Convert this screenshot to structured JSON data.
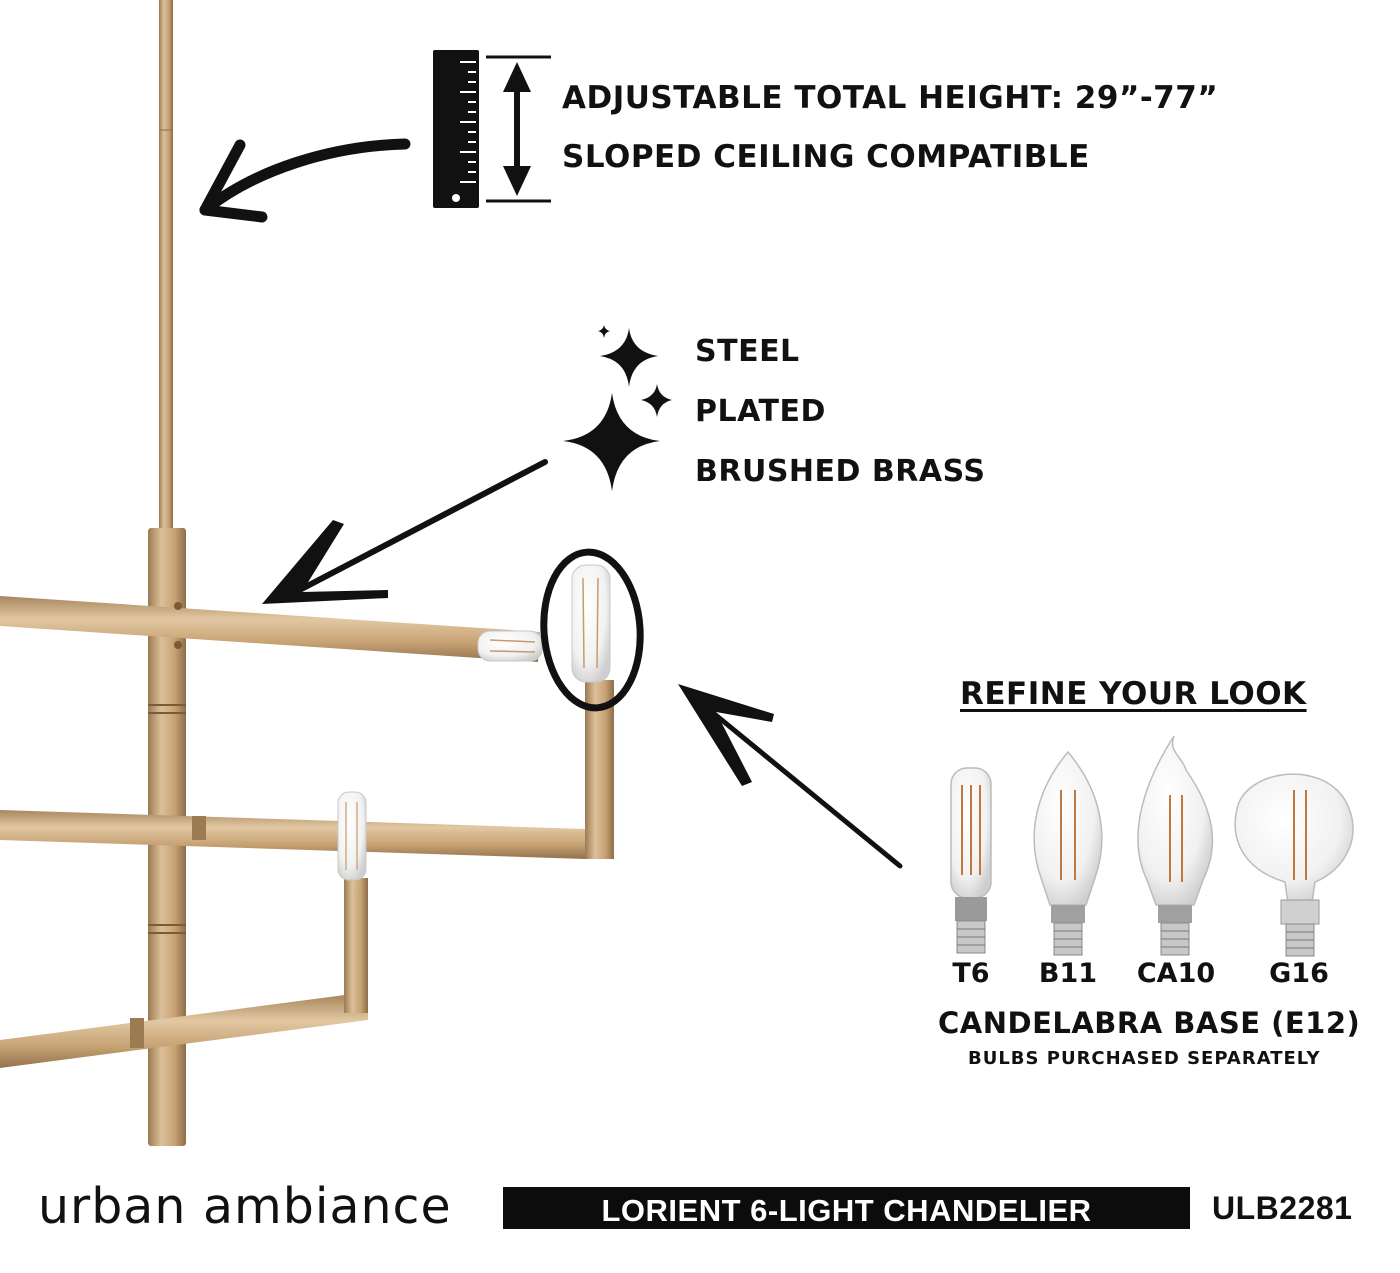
{
  "height_feature": {
    "line1": "ADJUSTABLE TOTAL HEIGHT: 29”-77”",
    "line2": "SLOPED CEILING COMPATIBLE",
    "icon": "ruler-icon"
  },
  "material": {
    "lines": [
      "STEEL",
      "PLATED",
      "BRUSHED BRASS"
    ],
    "icon": "sparkle-icon"
  },
  "bulbs": {
    "heading": "REFINE YOUR LOOK",
    "types": [
      {
        "label": "T6",
        "icon": "tube-bulb-icon"
      },
      {
        "label": "B11",
        "icon": "torpedo-bulb-icon"
      },
      {
        "label": "CA10",
        "icon": "flame-tip-bulb-icon"
      },
      {
        "label": "G16",
        "icon": "globe-bulb-icon"
      }
    ],
    "base": "CANDELABRA BASE (E12)",
    "note": "BULBS PURCHASED SEPARATELY"
  },
  "footer": {
    "brand": "urban ambiance",
    "product_name": "LORIENT 6-LIGHT CHANDELIER",
    "sku": "ULB2281"
  },
  "colors": {
    "brass": "#c9a679",
    "ink": "#111111",
    "background": "#ffffff"
  }
}
